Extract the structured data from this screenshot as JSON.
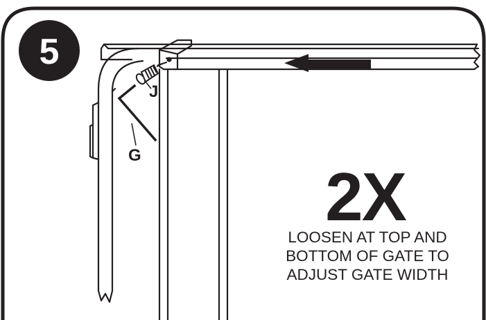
{
  "step": {
    "number": "5"
  },
  "parts": {
    "j_label": "J",
    "g_label": "G"
  },
  "callout": {
    "repeat": "2X",
    "lines": [
      "LOOSEN AT TOP AND",
      "BOTTOM OF GATE TO",
      "ADJUST GATE WIDTH"
    ]
  },
  "icons": {
    "arrow": "arrow-left-icon",
    "wrench": "hex-key-icon",
    "screw": "screw-icon"
  },
  "colors": {
    "ink": "#231f20",
    "paper": "#ffffff"
  }
}
